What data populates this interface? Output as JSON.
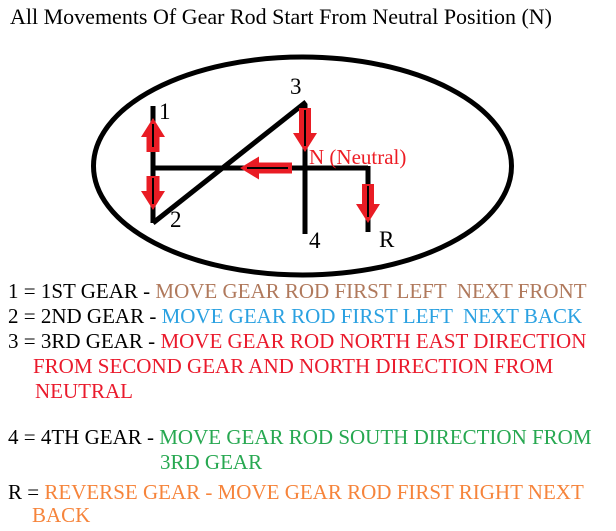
{
  "title": "All Movements Of Gear Rod Start From Neutral Position (N)",
  "diagram": {
    "labels": {
      "gear1": "1",
      "gear2": "2",
      "gear3": "3",
      "gear4": "4",
      "reverse": "R",
      "neutral": "N (Neutral)"
    }
  },
  "colors": {
    "line_black": "#000000",
    "arrow_red": "#E91C24",
    "neutral_red": "#ED1C24",
    "gear1_brown": "#B0795C",
    "gear2_blue": "#2BA1E1",
    "gear3_red": "#EA1A2C",
    "gear4_green": "#27A851",
    "reverse_orange": "#F6843B"
  },
  "legend": {
    "gear1": {
      "prefix": "1 = 1ST GEAR - ",
      "text": "MOVE GEAR ROD FIRST LEFT  NEXT FRONT"
    },
    "gear2": {
      "prefix": "2 = 2ND GEAR - ",
      "text": "MOVE GEAR ROD FIRST LEFT  NEXT BACK"
    },
    "gear3": {
      "prefix": "3 = 3RD GEAR - ",
      "text": "MOVE GEAR ROD NORTH EAST DIRECTION",
      "line2": "FROM SECOND GEAR AND NORTH DIRECTION FROM",
      "line3": "NEUTRAL"
    },
    "gear4": {
      "prefix": "4 = 4TH GEAR - ",
      "text": "MOVE GEAR ROD SOUTH DIRECTION FROM",
      "line2": "3RD GEAR"
    },
    "reverse": {
      "prefix": "R = ",
      "text": "REVERSE GEAR - MOVE GEAR ROD FIRST RIGHT NEXT",
      "line2": "BACK"
    }
  }
}
